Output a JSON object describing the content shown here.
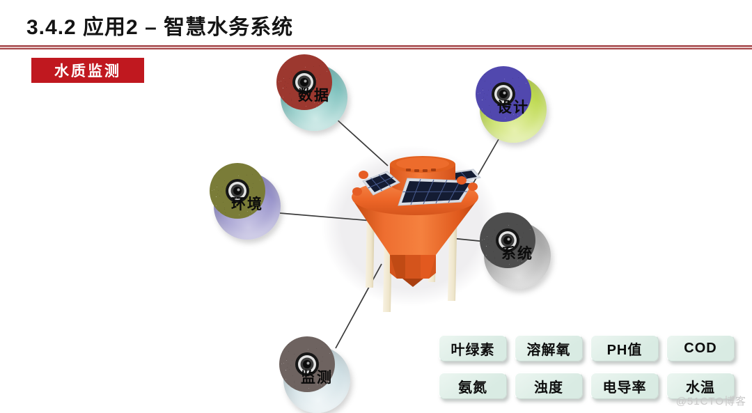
{
  "slide": {
    "title": "3.4.2 应用2 – 智慧水务系统",
    "badge": "水质监测",
    "watermark": "@51CTO博客"
  },
  "colors": {
    "badge_bg": "#c0181f",
    "divider_top": "#9f393d",
    "divider_mid": "#e7caca",
    "divider_bottom": "#a8494b",
    "connector": "#3a3a3a",
    "backdrop_gray": "#efeef0",
    "buoy_orange": "#ec6a31",
    "panel_navy": "#141c33",
    "button_bg": "#d9ebe3"
  },
  "diagram": {
    "nodes": [
      {
        "label": "数据",
        "icon": "mosaic-disc-icon",
        "base": "#7abfbb",
        "light": "#cdeae7",
        "chip": "#9c382f"
      },
      {
        "label": "设计",
        "icon": "mosaic-disc-icon",
        "base": "#bdd94f",
        "light": "#e6f1ad",
        "chip": "#5148ae"
      },
      {
        "label": "环境",
        "icon": "mosaic-disc-icon",
        "base": "#948fc8",
        "light": "#cac7e5",
        "chip": "#7a7c38"
      },
      {
        "label": "系统",
        "icon": "mosaic-disc-icon",
        "base": "#a9a9a9",
        "light": "#dedede",
        "chip": "#4d4d4d"
      },
      {
        "label": "监测",
        "icon": "mosaic-disc-icon",
        "base": "#ccdde2",
        "light": "#f0f6f8",
        "chip": "#6e6360"
      }
    ]
  },
  "parameters": {
    "row1": [
      "叶绿素",
      "溶解氧",
      "PH值",
      "COD"
    ],
    "row2": [
      "氨氮",
      "浊度",
      "电导率",
      "水温"
    ]
  }
}
